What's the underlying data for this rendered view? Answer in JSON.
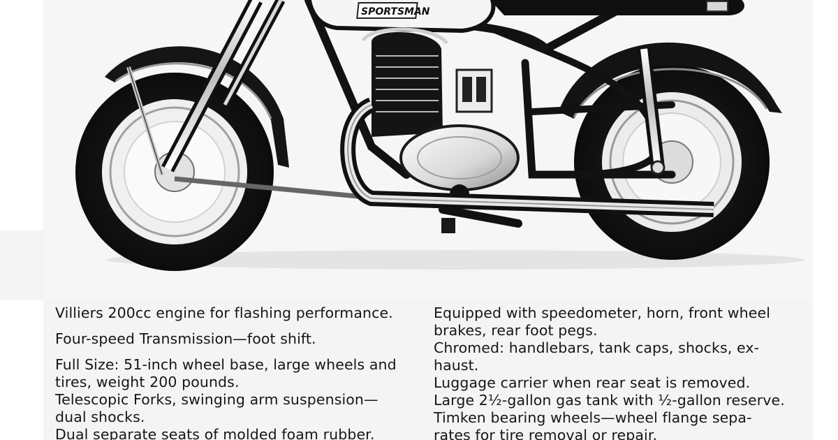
{
  "document": {
    "photo": {
      "tank_decal": "SPORTSMAN"
    },
    "left_column": [
      {
        "text": "Villiers 200cc engine for flashing performance.",
        "gap": false
      },
      {
        "text": "Four-speed Transmission—foot shift.",
        "gap": true
      },
      {
        "text": "Full Size: 51-inch wheel base, large wheels and",
        "gap": true
      },
      {
        "text": "tires, weight 200 pounds.",
        "gap": false
      },
      {
        "text": "Telescopic Forks, swinging arm suspension—",
        "gap": false
      },
      {
        "text": "dual shocks.",
        "gap": false
      },
      {
        "text": "Dual separate seats of molded foam rubber.",
        "gap": false
      }
    ],
    "right_column": [
      {
        "text": "Equipped with speedometer, horn, front wheel",
        "gap": false
      },
      {
        "text": "brakes, rear foot pegs.",
        "gap": false
      },
      {
        "text": "Chromed: handlebars, tank caps, shocks, ex-",
        "gap": false
      },
      {
        "text": "haust.",
        "gap": false
      },
      {
        "text": "Luggage carrier when rear seat is removed.",
        "gap": false
      },
      {
        "text": "Large 2½-gallon gas tank with ½-gallon reserve.",
        "gap": false
      },
      {
        "text": "Timken bearing wheels—wheel flange sepa-",
        "gap": false
      },
      {
        "text": "rates for tire removal or repair.",
        "gap": false
      }
    ]
  }
}
